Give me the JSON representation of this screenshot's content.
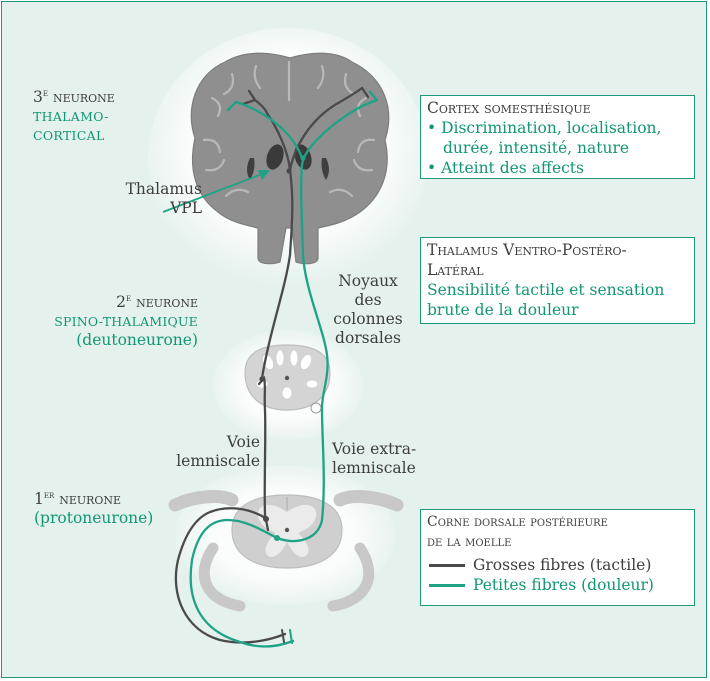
{
  "colors": {
    "background": "#e4f1ec",
    "accent": "#139676",
    "large_fibers": "#4a4a4a",
    "small_fibers": "#1ea385",
    "tissue": "#8f8f8f"
  },
  "neurons": {
    "third": {
      "ordinal": "3",
      "ordinal_suffix": "e",
      "word": "neurone",
      "type_line1": "THALAMO-",
      "type_line2": "CORTICAL"
    },
    "second": {
      "ordinal": "2",
      "ordinal_suffix": "e",
      "word": "neurone",
      "type": "SPINO-THALAMIQUE",
      "alias": "(deutoneurone)"
    },
    "first": {
      "ordinal": "1",
      "ordinal_suffix": "er",
      "word": "neurone",
      "alias": "(protoneurone)"
    }
  },
  "labels": {
    "thalamus_line1": "Thalamus",
    "thalamus_line2": "VPL",
    "noyaux_line1": "Noyaux",
    "noyaux_line2": "des",
    "noyaux_line3": "colonnes",
    "noyaux_line4": "dorsales",
    "voie_lem_line1": "Voie",
    "voie_lem_line2": "lemniscale",
    "voie_extra_line1": "Voie extra-",
    "voie_extra_line2": "lemniscale"
  },
  "boxes": {
    "cortex": {
      "title": "Cortex somesthésique",
      "bullets": [
        "• Discrimination, localisation,",
        "durée, intensité, nature",
        "• Atteint des affects"
      ]
    },
    "thalamus": {
      "title_line1": "Thalamus Ventro-Postéro-",
      "title_line2": "Latéral",
      "desc_line1": "Sensibilité tactile et sensation",
      "desc_line2": "brute de la douleur"
    },
    "corne": {
      "title_line1": "Corne dorsale postérieure",
      "title_line2": "de la moelle",
      "legend": [
        {
          "label": "Grosses fibres (tactile)",
          "color": "#4a4a4a"
        },
        {
          "label": "Petites fibres (douleur)",
          "color": "#1ea385"
        }
      ]
    }
  }
}
